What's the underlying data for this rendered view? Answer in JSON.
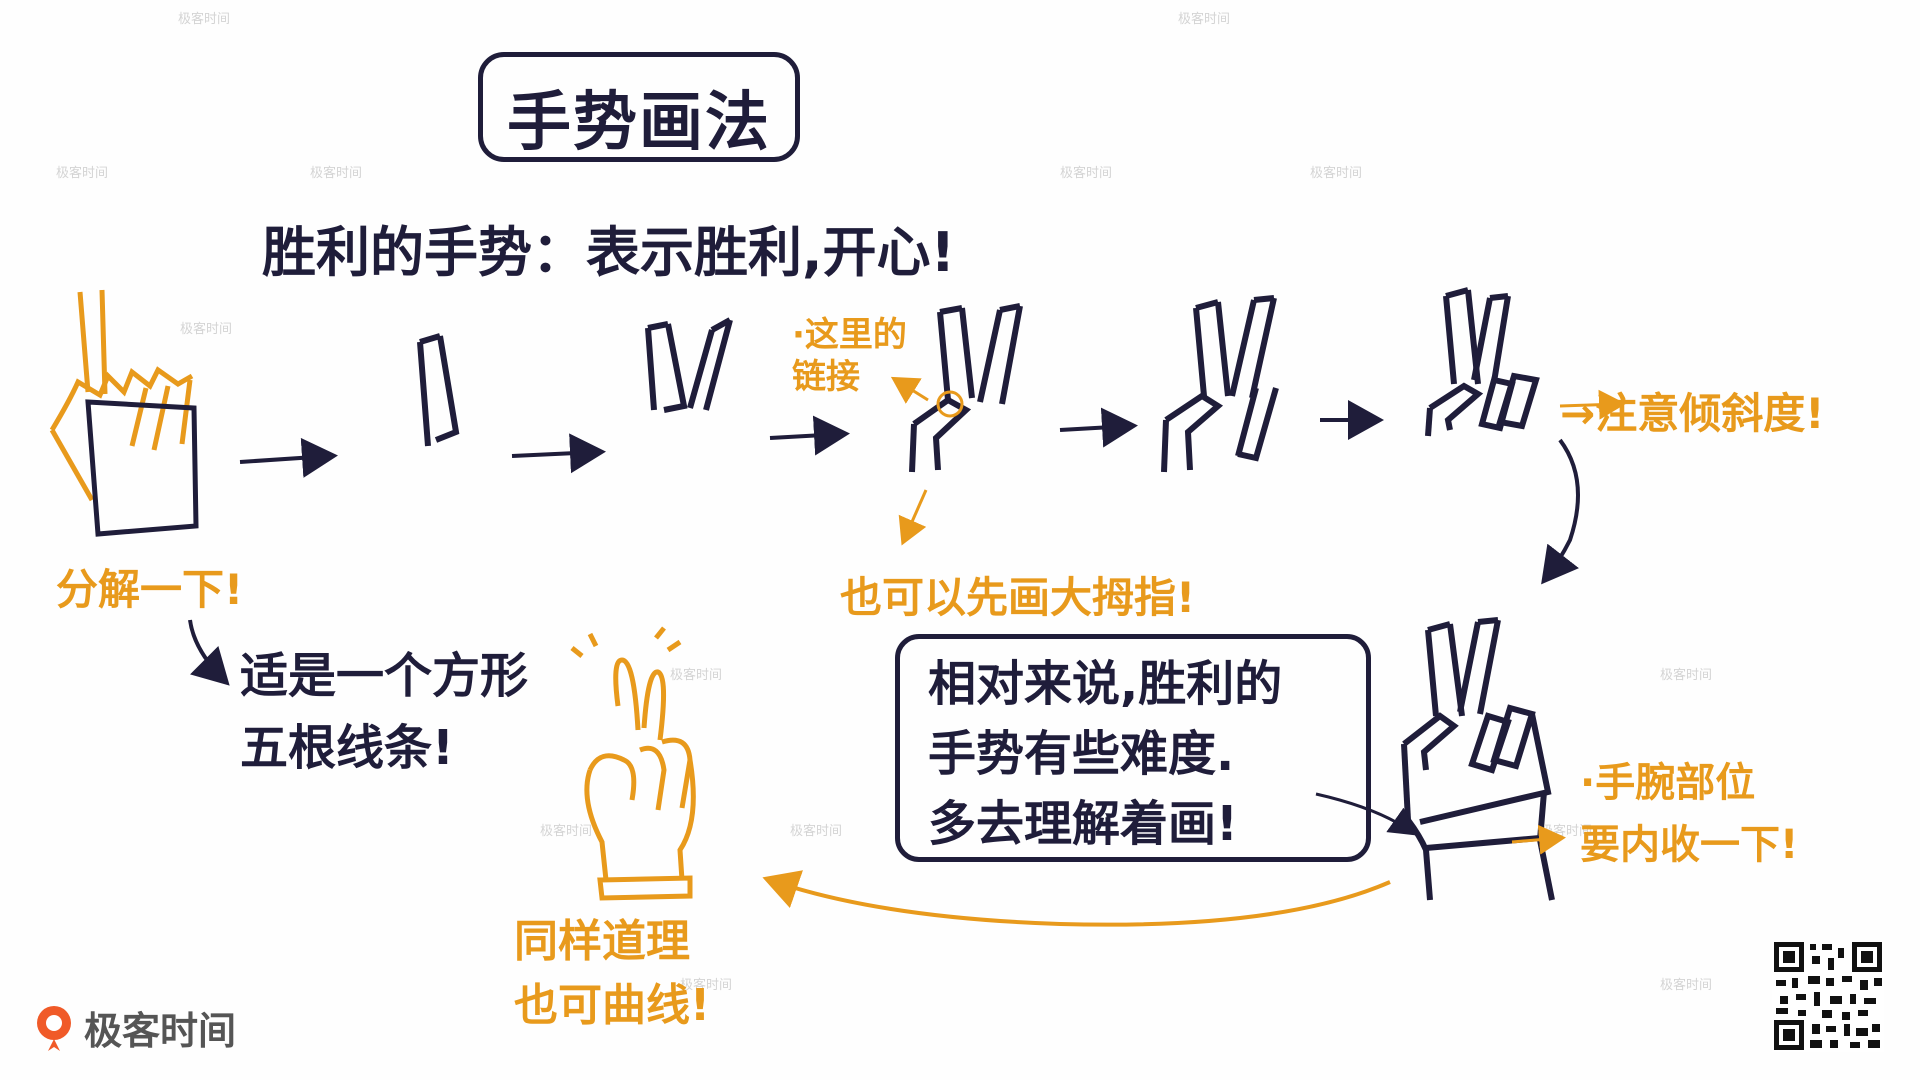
{
  "title": "手势画法",
  "subtitle": "胜利的手势：表示胜利,开心!",
  "labels": {
    "decompose": "分解一下!",
    "parts_line1": "适是一个方形",
    "parts_line2": "五根线条!",
    "link_note_line1": "·这里的",
    "link_note_line2": "链接",
    "thumb_first": "也可以先画大拇指!",
    "tilt_note": "→注意倾斜度!",
    "wrist_line1": "·手腕部位",
    "wrist_line2": "要内收一下!",
    "curve_line1": "同样道理",
    "curve_line2": "也可曲线!"
  },
  "note": {
    "line1": "相对来说,胜利的",
    "line2": "手势有些难度.",
    "line3": "多去理解着画!"
  },
  "watermark": "极客时间",
  "logo": {
    "text": "极客时间",
    "icon": "geektime-logo-icon"
  },
  "colors": {
    "navy": "#1f1d3a",
    "orange": "#e89a1c"
  },
  "icons": {
    "qr": "qr-code-icon"
  }
}
